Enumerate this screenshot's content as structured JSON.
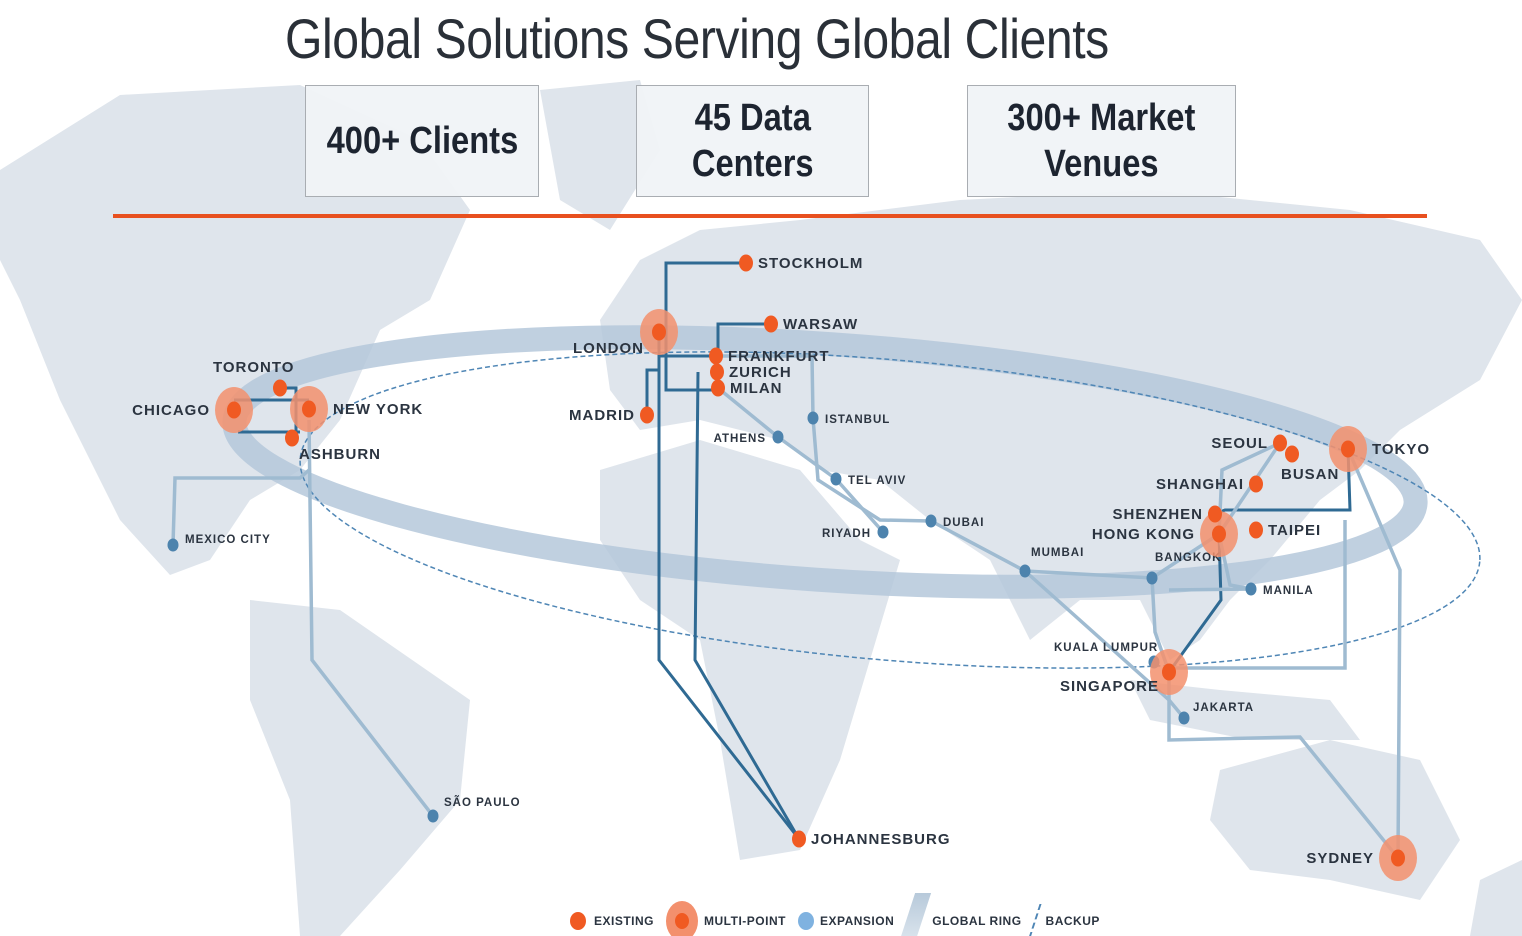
{
  "title": "Global Solutions Serving Global Clients",
  "stats": [
    {
      "line1": "400+ Clients",
      "line2": ""
    },
    {
      "line1": "45 Data",
      "line2": "Centers"
    },
    {
      "line1": "300+ Market",
      "line2": "Venues"
    }
  ],
  "colors": {
    "existing": "#f05a22",
    "multi_point_halo": "#f3906d",
    "expansion": "#4d83ad",
    "primary_link": "#2f6a93",
    "secondary_link": "#9fbbd1",
    "ring": "#b5c8da",
    "accent_rule": "#e8501f"
  },
  "cities": [
    {
      "name": "STOCKHOLM",
      "type": "existing"
    },
    {
      "name": "WARSAW",
      "type": "existing"
    },
    {
      "name": "LONDON",
      "type": "multi-point"
    },
    {
      "name": "FRANKFURT",
      "type": "existing"
    },
    {
      "name": "ZURICH",
      "type": "existing"
    },
    {
      "name": "MILAN",
      "type": "existing"
    },
    {
      "name": "MADRID",
      "type": "existing"
    },
    {
      "name": "ISTANBUL",
      "type": "expansion"
    },
    {
      "name": "ATHENS",
      "type": "expansion"
    },
    {
      "name": "TEL AVIV",
      "type": "expansion"
    },
    {
      "name": "RIYADH",
      "type": "expansion"
    },
    {
      "name": "DUBAI",
      "type": "expansion"
    },
    {
      "name": "MUMBAI",
      "type": "expansion"
    },
    {
      "name": "BANGKOK",
      "type": "expansion"
    },
    {
      "name": "KUALA LUMPUR",
      "type": "expansion"
    },
    {
      "name": "SINGAPORE",
      "type": "multi-point"
    },
    {
      "name": "JAKARTA",
      "type": "expansion"
    },
    {
      "name": "MANILA",
      "type": "expansion"
    },
    {
      "name": "HONG KONG",
      "type": "multi-point"
    },
    {
      "name": "SHENZHEN",
      "type": "existing"
    },
    {
      "name": "TAIPEI",
      "type": "existing"
    },
    {
      "name": "SHANGHAI",
      "type": "existing"
    },
    {
      "name": "SEOUL",
      "type": "existing"
    },
    {
      "name": "BUSAN",
      "type": "existing"
    },
    {
      "name": "TOKYO",
      "type": "multi-point"
    },
    {
      "name": "SYDNEY",
      "type": "multi-point"
    },
    {
      "name": "JOHANNESBURG",
      "type": "existing"
    },
    {
      "name": "SÃO PAULO",
      "type": "expansion"
    },
    {
      "name": "MEXICO CITY",
      "type": "expansion"
    },
    {
      "name": "CHICAGO",
      "type": "multi-point"
    },
    {
      "name": "NEW YORK",
      "type": "multi-point"
    },
    {
      "name": "TORONTO",
      "type": "existing"
    },
    {
      "name": "ASHBURN",
      "type": "existing"
    }
  ],
  "legend": {
    "existing": "EXISTING",
    "multi_point": "MULTI-POINT",
    "expansion": "EXPANSION",
    "global_ring": "GLOBAL RING",
    "backup": "BACKUP"
  }
}
